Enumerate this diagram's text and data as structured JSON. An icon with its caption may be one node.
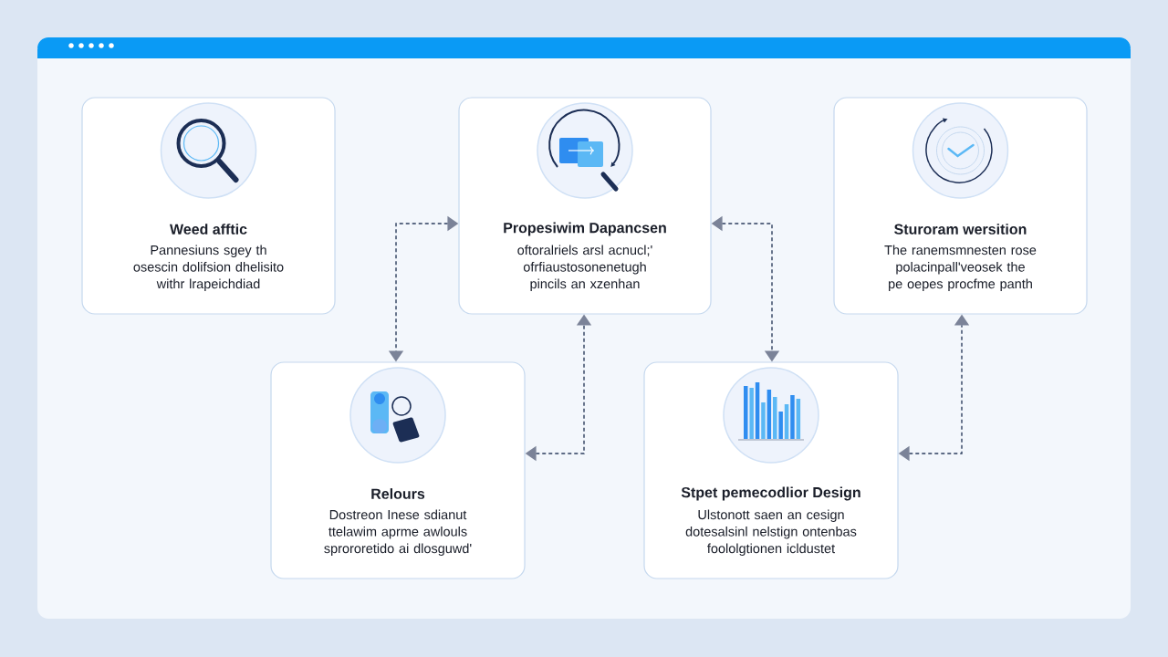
{
  "diagram": {
    "nodes": [
      {
        "text": [
          "Weed afftic",
          "Pannesiuns sgey th osescin dolifsion dhelisito withr lrapeichdiad"
        ]
      },
      {
        "text": [
          "Propesiwim Dapancsen",
          "oftoralriels arsl acnucl;' ofrfiaustosonenetugh pincils an xzenhan"
        ]
      },
      {
        "text": [
          "Sturoram wersition",
          "The ranemsmnesten rose polacinpall'veosek the pe oepes procfme panth"
        ]
      },
      {
        "text": [
          "Relours",
          "Dostreon Inese sdianut ttelawim aprme awlouls sprororetido ai dlosguwd'"
        ]
      },
      {
        "text": [
          "Stpet pemecodlior Design",
          "Ulstonott saen an cesign dotesalsinl nelstign ontenbas foololgtionen icldustet"
        ]
      }
    ],
    "edges": [
      {
        "from": 1,
        "to": 3,
        "arrow": "both",
        "style": "dashed"
      },
      {
        "from": 3,
        "to": 1,
        "arrow": "both",
        "style": "dashed"
      },
      {
        "from": 1,
        "to": 4,
        "arrow": "both",
        "style": "dashed"
      },
      {
        "from": 4,
        "to": 2,
        "arrow": "both",
        "style": "dashed"
      }
    ]
  }
}
